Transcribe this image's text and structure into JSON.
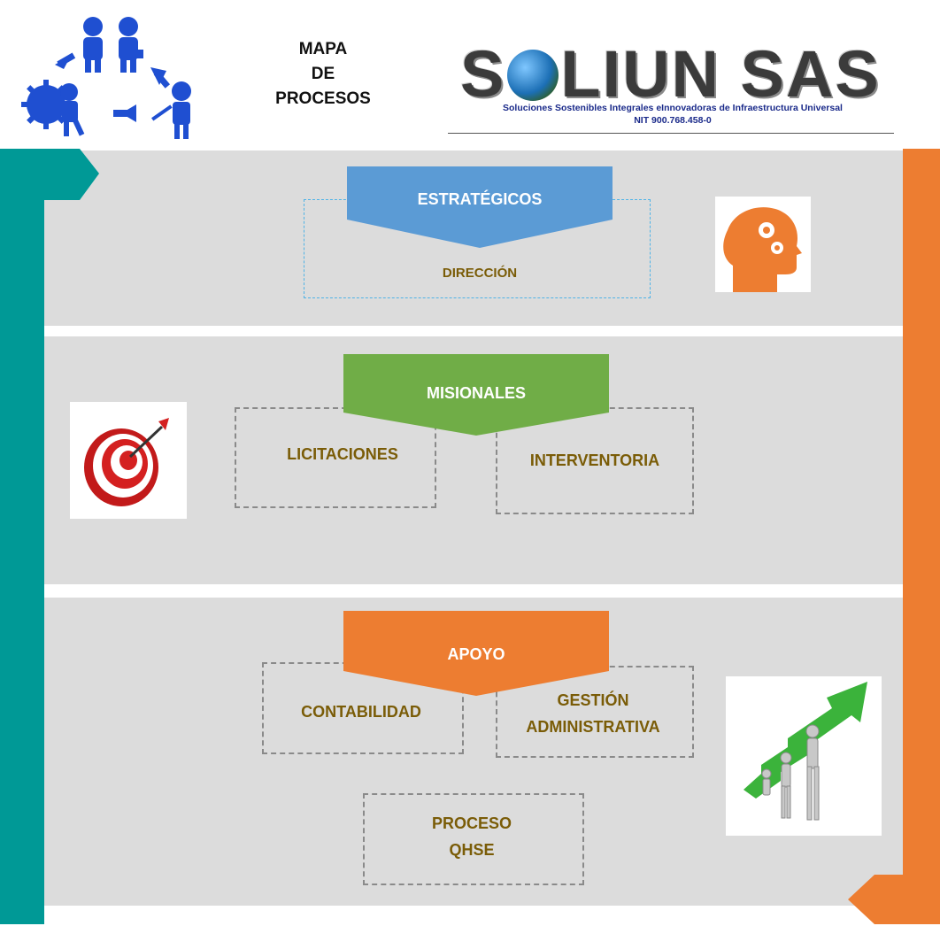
{
  "header": {
    "title_lines": [
      "MAPA",
      "DE",
      "PROCESOS"
    ],
    "brand_left": "S",
    "brand_right": "LIUN SAS",
    "tagline": "Soluciones Sostenibles Integrales eInnovadoras de Infraestructura Universal",
    "nit": "NIT 900.768.458-0"
  },
  "sections": {
    "strategic": {
      "label": "ESTRATÉGICOS",
      "processes": [
        "DIRECCIÓN"
      ]
    },
    "missional": {
      "label": "MISIONALES",
      "processes": [
        "LICITACIONES",
        "INTERVENTORIA"
      ]
    },
    "support": {
      "label": "APOYO",
      "processes": [
        "CONTABILIDAD",
        "GESTIÓN",
        "ADMINISTRATIVA",
        "PROCESO",
        "QHSE"
      ]
    }
  },
  "icons": [
    "teamwork-cycle-icon",
    "head-gears-icon",
    "target-dart-icon",
    "growth-arrow-icon"
  ],
  "colors": {
    "teal": "#009996",
    "orange": "#ed7d31",
    "strategic_blue": "#5b9bd5",
    "missional_green": "#70ad47",
    "band_gray": "#dcdcdc",
    "process_text": "#7a5c07"
  }
}
